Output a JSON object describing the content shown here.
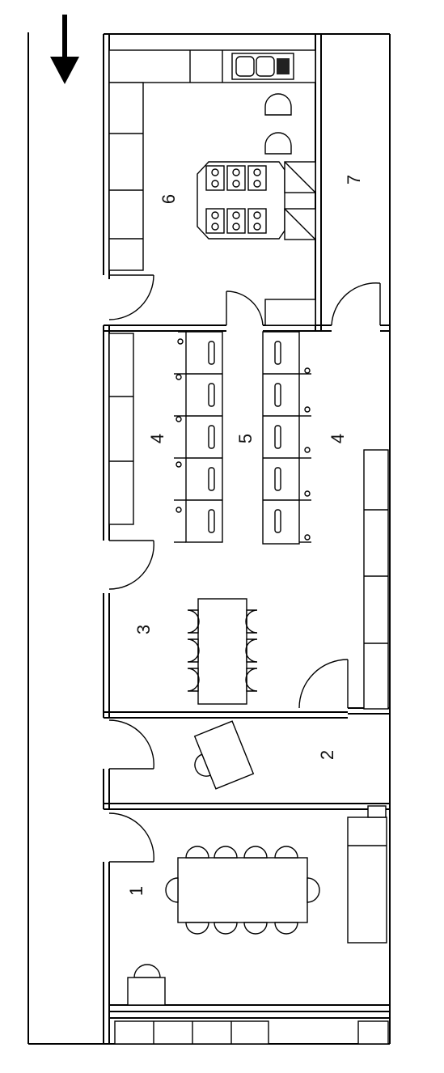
{
  "rooms": [
    {
      "id": "1",
      "label": "1"
    },
    {
      "id": "2",
      "label": "2"
    },
    {
      "id": "3",
      "label": "3"
    },
    {
      "id": "4a",
      "label": "4"
    },
    {
      "id": "5",
      "label": "5"
    },
    {
      "id": "4b",
      "label": "4"
    },
    {
      "id": "6",
      "label": "6"
    },
    {
      "id": "7",
      "label": "7"
    }
  ],
  "icons": {
    "direction": "arrow-down-icon"
  }
}
